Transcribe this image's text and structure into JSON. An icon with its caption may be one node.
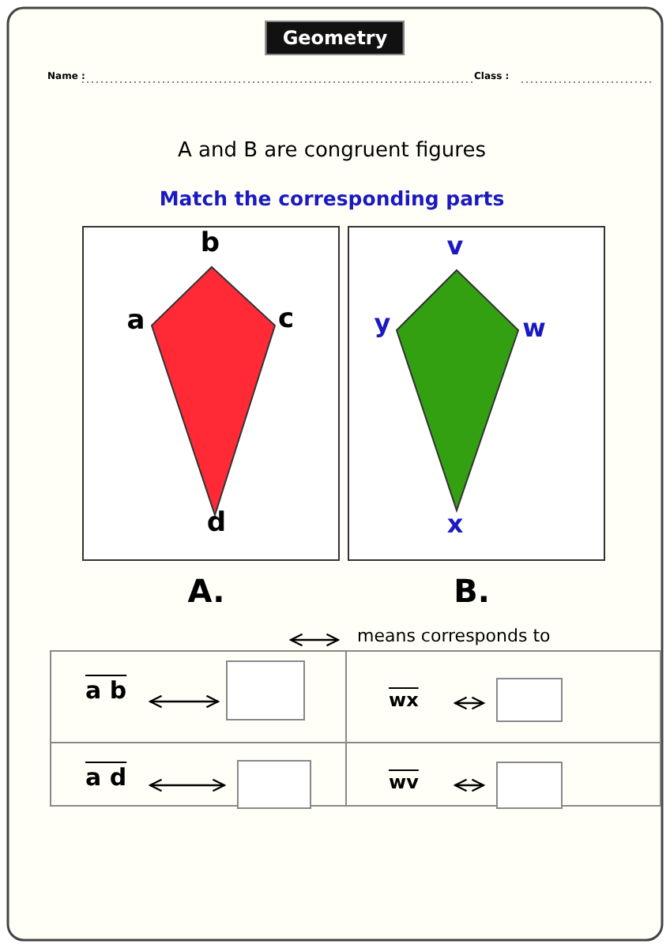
{
  "diagram": {
    "title": "Geometry",
    "nodes": [
      {
        "text": [],
        "shape": "box",
        "beside": [
          "A."
        ]
      },
      {
        "text": [],
        "shape": "box",
        "beside": [
          "B."
        ]
      },
      {
        "text": [],
        "shape": "kite",
        "in": 0
      },
      {
        "text": [],
        "shape": "kite",
        "in": 1
      }
    ],
    "labels": [
      "Name :",
      "Class :",
      "A and B  are congruent figures",
      "Match the corresponding parts",
      "b",
      "a",
      "c",
      "d",
      "v",
      "y",
      "w",
      "x",
      "means corresponds to",
      "a b",
      "wx",
      "a d",
      "wv"
    ]
  }
}
